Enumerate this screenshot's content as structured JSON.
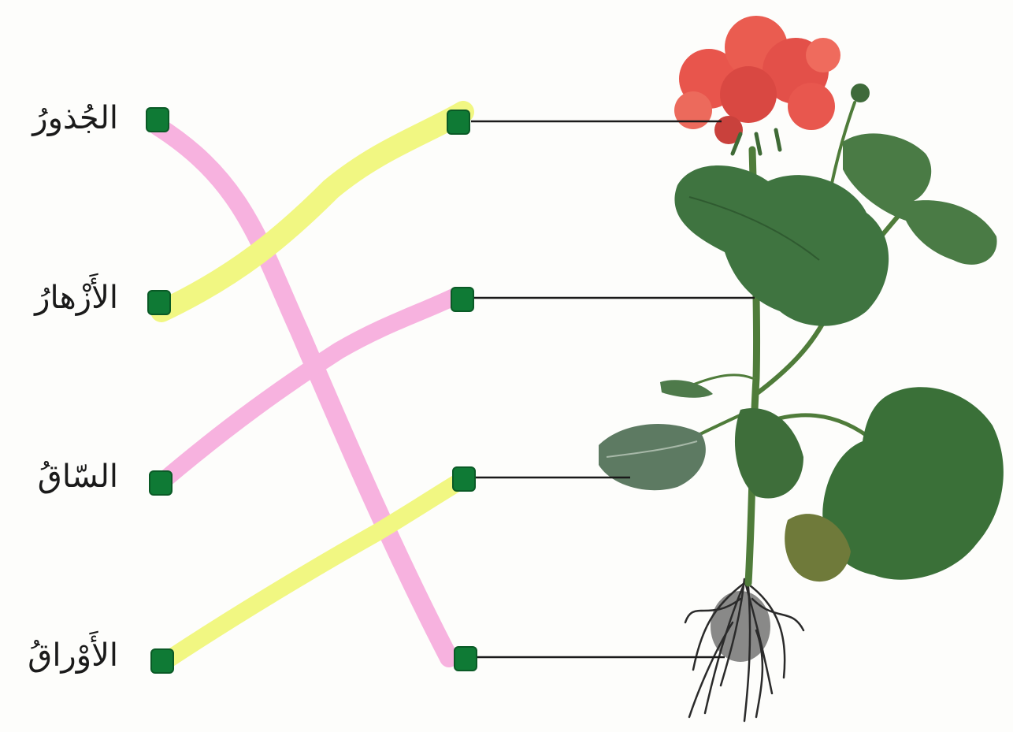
{
  "labels": {
    "roots": "الجُذورُ",
    "flowers": "الأَزْهارُ",
    "stem": "السّاقُ",
    "leaves": "الأَوْراقُ"
  },
  "colors": {
    "node": "#0f7a35",
    "highlight_yellow": "#eef55a",
    "highlight_pink": "#f59ad6",
    "pointer_line": "#1a1a1a",
    "petal": "#e8554c",
    "leaf": "#3f7440",
    "stem": "#4f7c3a",
    "root": "#2a2a2a"
  },
  "matches": [
    {
      "from": "roots",
      "to": "right-node-4",
      "color": "pink"
    },
    {
      "from": "flowers",
      "to": "right-node-1",
      "color": "yellow"
    },
    {
      "from": "stem",
      "to": "right-node-2",
      "color": "pink"
    },
    {
      "from": "leaves",
      "to": "right-node-3",
      "color": "yellow"
    }
  ]
}
